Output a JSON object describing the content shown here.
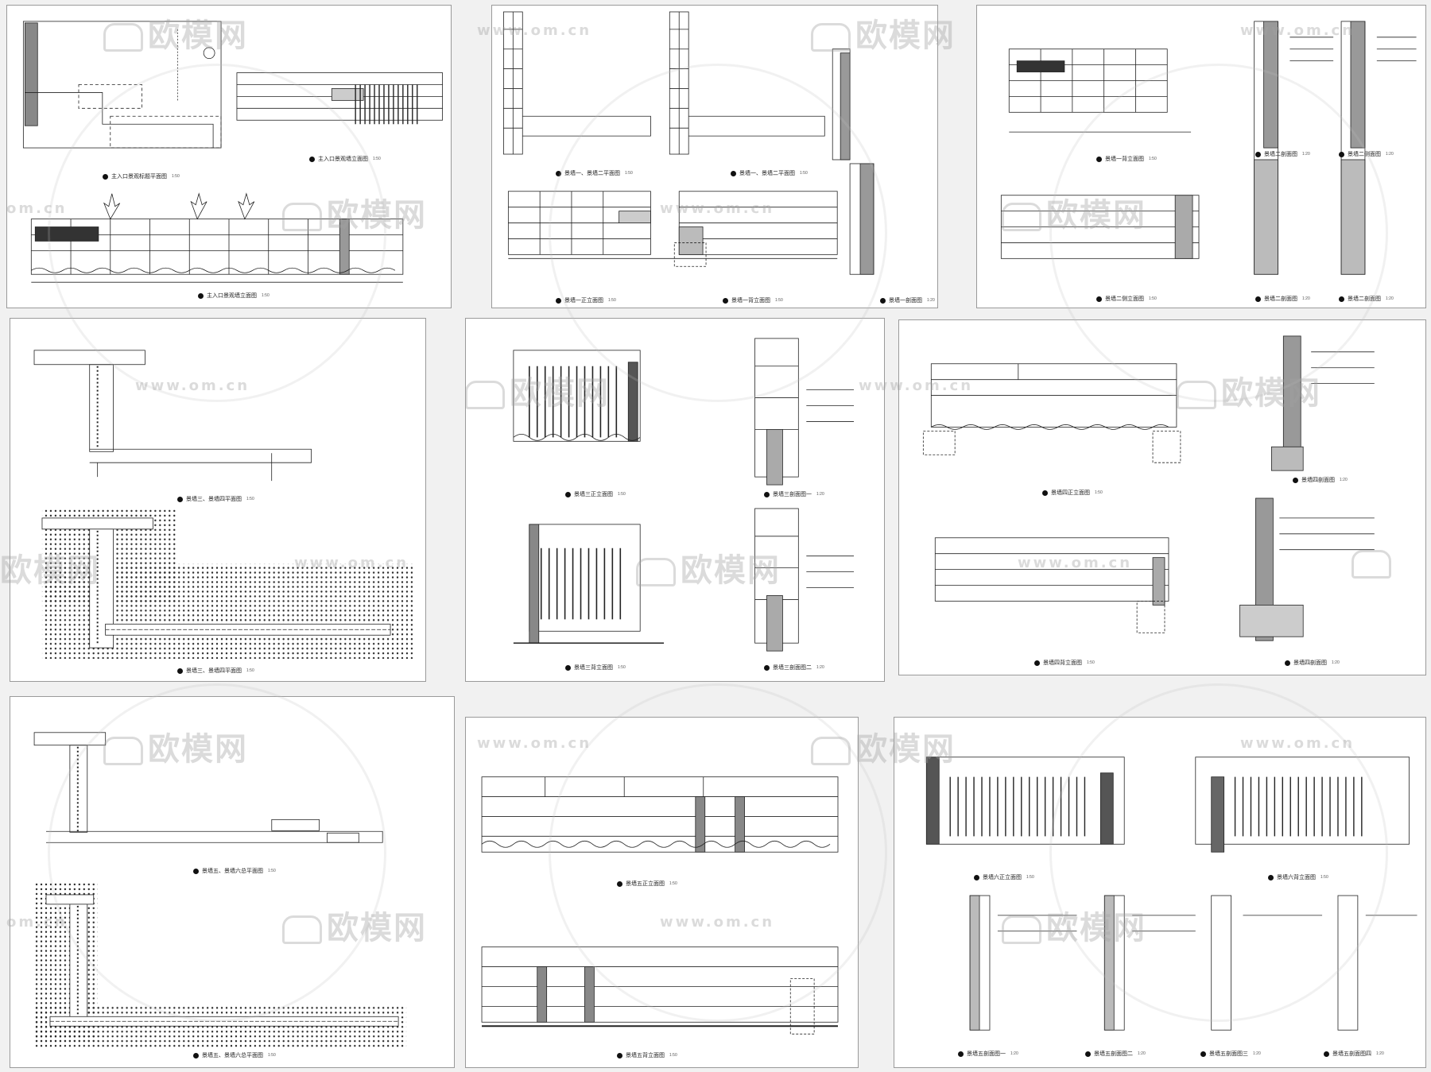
{
  "watermark": {
    "brand": "欧模网",
    "url": "www.om.cn",
    "url_short": "om.cn"
  },
  "sheets": [
    {
      "captions": [
        {
          "title": "主入口景观标题平面图",
          "scale": "1:50"
        },
        {
          "title": "主入口景观墙立面图",
          "scale": "1:50"
        },
        {
          "title": "主入口景观墙立面图",
          "scale": "1:50"
        }
      ]
    },
    {
      "captions": [
        {
          "title": "景墙一、景墙二平面图",
          "scale": "1:50"
        },
        {
          "title": "景墙一、景墙二平面图",
          "scale": "1:50"
        },
        {
          "title": "景墙一正立面图",
          "scale": "1:50"
        },
        {
          "title": "景墙一背立面图",
          "scale": "1:50"
        },
        {
          "title": "景墙一剖面图",
          "scale": "1:20"
        }
      ]
    },
    {
      "captions": [
        {
          "title": "景墙一背立面图",
          "scale": "1:50"
        },
        {
          "title": "景墙二剖面图",
          "scale": "1:20"
        },
        {
          "title": "景墙二侧面图",
          "scale": "1:20"
        },
        {
          "title": "景墙二侧立面图",
          "scale": "1:50"
        },
        {
          "title": "景墙二剖面图",
          "scale": "1:20"
        },
        {
          "title": "景墙二剖面图",
          "scale": "1:20"
        }
      ]
    },
    {
      "captions": [
        {
          "title": "景墙三、景墙四平面图",
          "scale": "1:50"
        },
        {
          "title": "景墙三、景墙四平面图",
          "scale": "1:50"
        }
      ]
    },
    {
      "captions": [
        {
          "title": "景墙三正立面图",
          "scale": "1:50"
        },
        {
          "title": "景墙三背立面图",
          "scale": "1:50"
        },
        {
          "title": "景墙三剖面图一",
          "scale": "1:20"
        },
        {
          "title": "景墙三剖面图二",
          "scale": "1:20"
        }
      ]
    },
    {
      "captions": [
        {
          "title": "景墙四正立面图",
          "scale": "1:50"
        },
        {
          "title": "景墙四背立面图",
          "scale": "1:50"
        },
        {
          "title": "景墙四剖面图",
          "scale": "1:20"
        },
        {
          "title": "景墙四剖面图",
          "scale": "1:20"
        }
      ]
    },
    {
      "captions": [
        {
          "title": "景墙五、景墙六总平面图",
          "scale": "1:50"
        },
        {
          "title": "景墙五、景墙六总平面图",
          "scale": "1:50"
        }
      ]
    },
    {
      "captions": [
        {
          "title": "景墙五正立面图",
          "scale": "1:50"
        },
        {
          "title": "景墙五背立面图",
          "scale": "1:50"
        }
      ]
    },
    {
      "captions": [
        {
          "title": "景墙六正立面图",
          "scale": "1:50"
        },
        {
          "title": "景墙六背立面图",
          "scale": "1:50"
        },
        {
          "title": "景墙五剖面图一",
          "scale": "1:20"
        },
        {
          "title": "景墙五剖面图二",
          "scale": "1:20"
        },
        {
          "title": "景墙五剖面图三",
          "scale": "1:20"
        },
        {
          "title": "景墙五剖面图四",
          "scale": "1:20"
        }
      ]
    }
  ]
}
